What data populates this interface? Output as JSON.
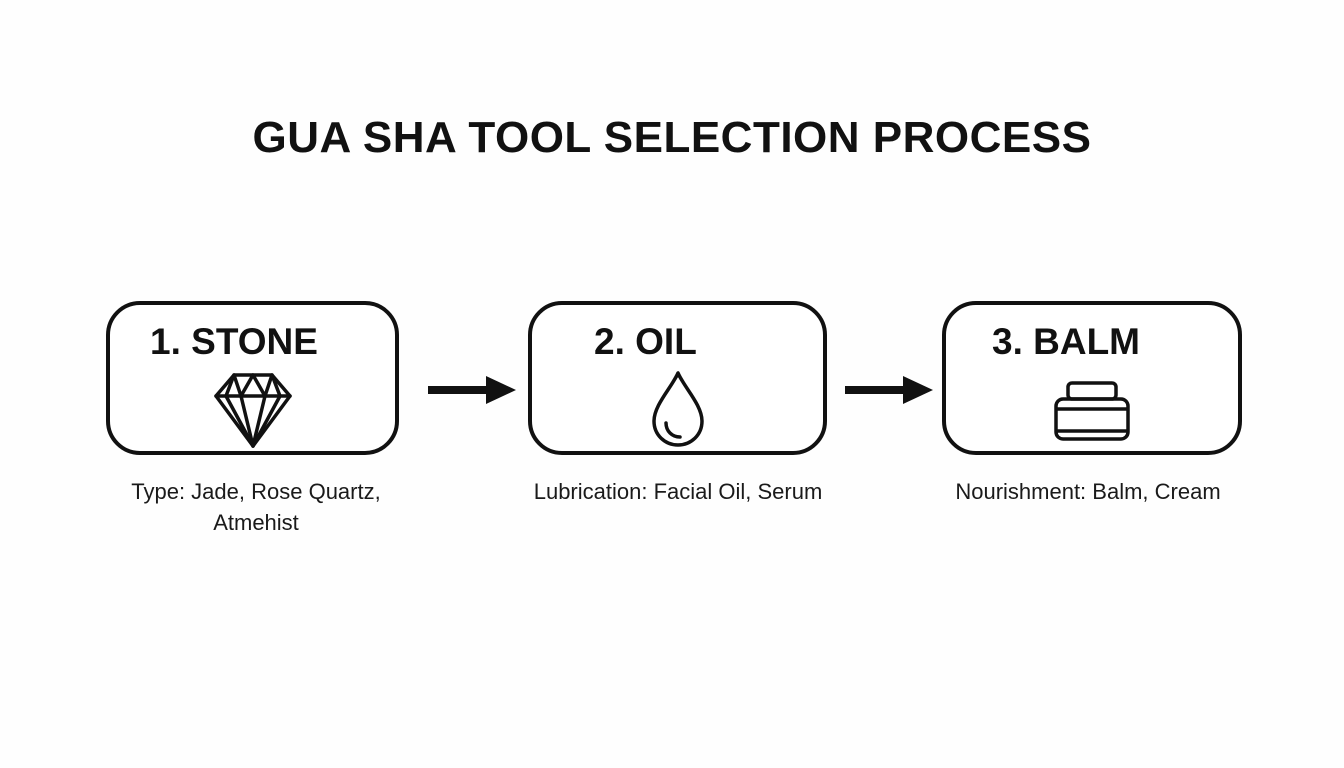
{
  "title": "GUA SHA TOOL SELECTION PROCESS",
  "steps": [
    {
      "label": "1. STONE",
      "icon": "diamond-icon",
      "caption_line1": "Type: Jade, Rose Quartz,",
      "caption_line2": "Atmehist"
    },
    {
      "label": "2. OIL",
      "icon": "oil-drop-icon",
      "caption_line1": "Lubrication: Facial Oil, Serum"
    },
    {
      "label": "3. BALM",
      "icon": "balm-jar-icon",
      "caption_line1": "Nourishment: Balm, Cream"
    }
  ],
  "connectors": [
    "arrow-right-icon",
    "arrow-right-icon"
  ],
  "colors": {
    "stroke": "#111111",
    "background": "#ffffff",
    "text": "#111111"
  }
}
